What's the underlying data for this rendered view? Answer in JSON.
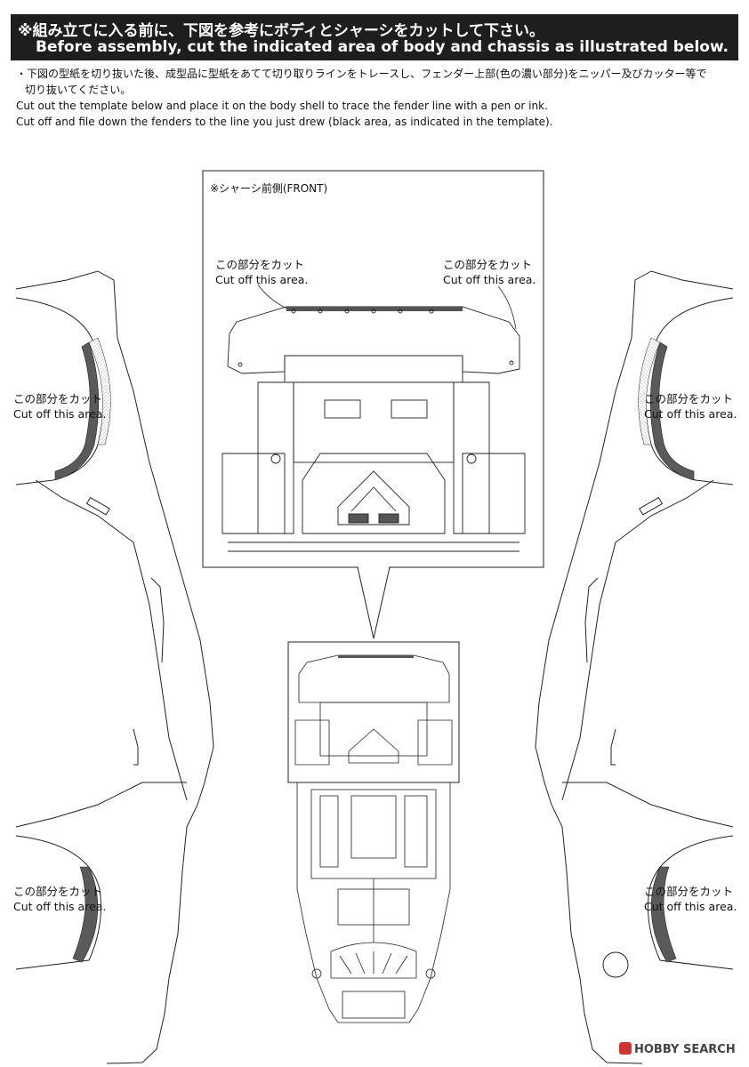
{
  "header": {
    "title_jp": "※組み立てに入る前に、下図を参考にボディとシャーシをカットして下さい。",
    "title_en": "Before assembly, cut the indicated area of body and chassis as illustrated below."
  },
  "instructions": {
    "jp_line1": "・下図の型紙を切り抜いた後、成型品に型紙をあてて切り取りラインをトレースし、フェンダー上部(色の濃い部分)をニッパー及びカッター等で",
    "jp_line2": "切り抜いてください。",
    "en_line1": "Cut out the template below and place it on the body shell to trace the fender line with a pen or ink.",
    "en_line2": "Cut off and file down the fenders to the line you just drew (black area, as indicated in the template)."
  },
  "chassis_detail": {
    "title": "※シャーシ前側(FRONT)",
    "left_label_jp": "この部分をカット",
    "left_label_en": "Cut off this area.",
    "right_label_jp": "この部分をカット",
    "right_label_en": "Cut off this area."
  },
  "left_body": {
    "front_label_jp": "この部分をカット",
    "front_label_en": "Cut off this area.",
    "rear_label_jp": "この部分をカット",
    "rear_label_en": "Cut off this area."
  },
  "right_body": {
    "front_label_jp": "この部分をカット",
    "front_label_en": "Cut off this area.",
    "rear_label_jp": "この部分をカット",
    "rear_label_en": "Cut off this area."
  },
  "watermark": {
    "text": "HOBBY SEARCH"
  },
  "colors": {
    "line": "#222222",
    "cut_area": "#5a5a5a",
    "banner": "#1e1e1e"
  }
}
